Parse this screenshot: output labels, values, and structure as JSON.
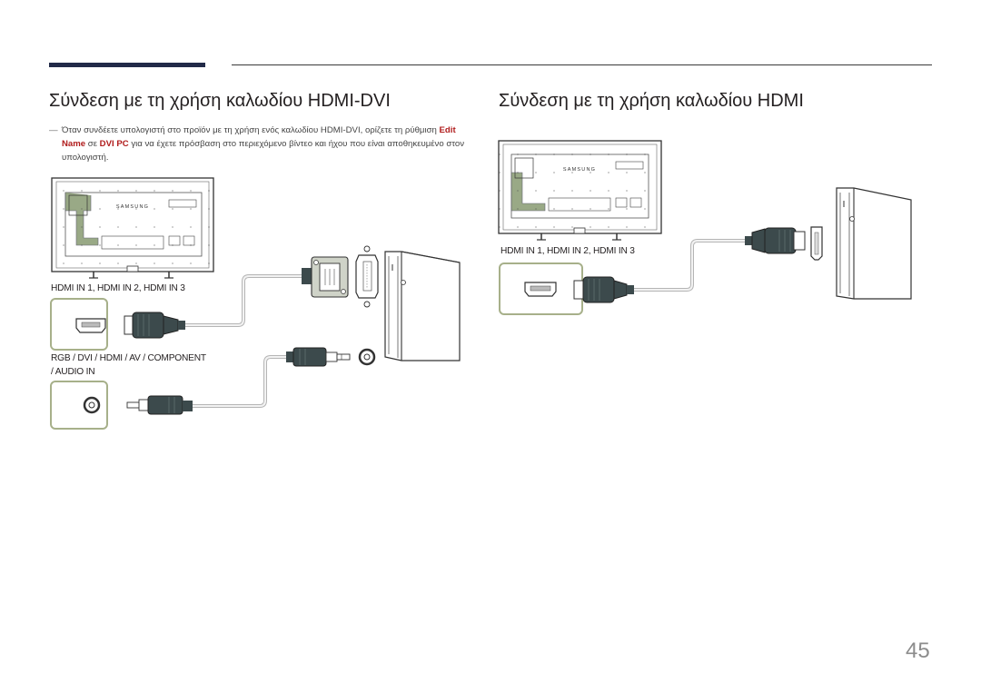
{
  "headings": {
    "left": "Σύνδεση με τη χρήση καλωδίου HDMI-DVI",
    "right": "Σύνδεση με τη χρήση καλωδίου HDMI"
  },
  "note": {
    "dash": "―",
    "part1": "Όταν συνδέετε υπολογιστή στο προϊόν με τη χρήση ενός καλωδίου HDMI-DVI, ορίζετε τη ρύθμιση ",
    "menu_item": "Edit Name",
    "part2": " σε ",
    "menu_value": "DVI PC",
    "part3": " για να έχετε πρόσβαση στο περιεχόμενο βίντεο και ήχου που είναι αποθηκευμένο στον υπολογιστή."
  },
  "left_diagram": {
    "tv_brand": "SAMSUNG",
    "hdmi_port_label": "HDMI IN 1, HDMI IN 2, HDMI IN 3",
    "audio_port_label_line1": "RGB / DVI / HDMI / AV / COMPONENT",
    "audio_port_label_line2": "/ AUDIO IN"
  },
  "right_diagram": {
    "tv_brand": "SAMSUNG",
    "hdmi_port_label": "HDMI IN 1, HDMI IN 2, HDMI IN 3"
  },
  "page_number": "45",
  "colors": {
    "rule_dark": "#222a48",
    "highlight_text": "#b01c1c",
    "port_box_border": "#a7b08a",
    "connector_dark": "#3c4a4c",
    "monitor_highlight": "#8fa07a"
  }
}
